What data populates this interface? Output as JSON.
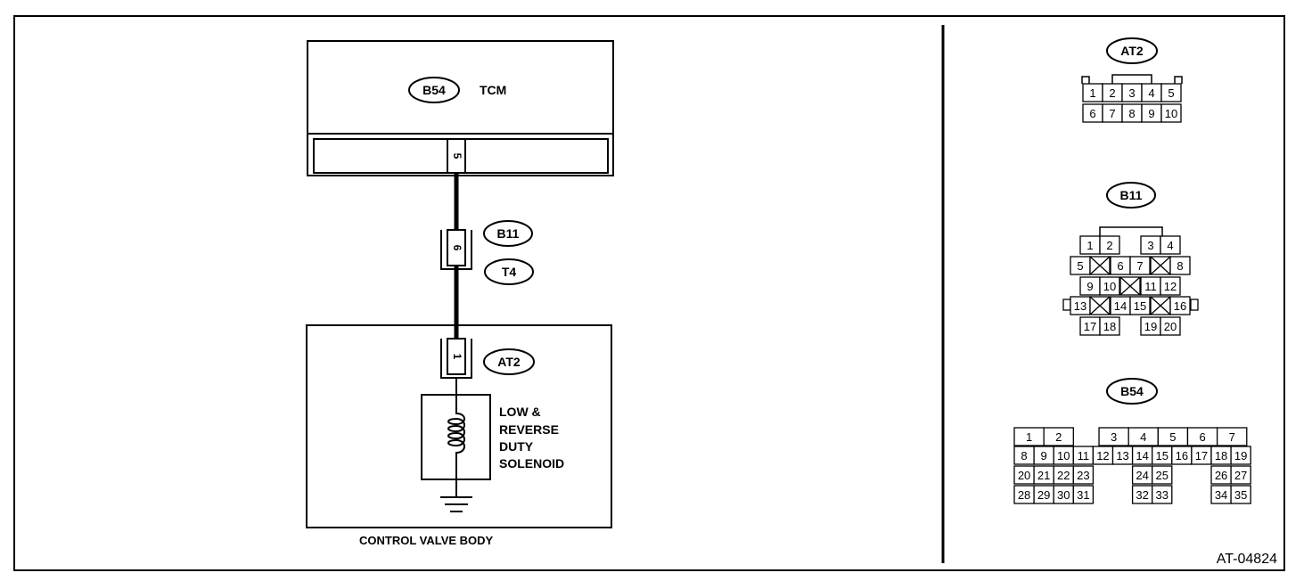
{
  "tcm": {
    "connector": "B54",
    "label": "TCM",
    "pin": "5"
  },
  "harness_connector": {
    "codes": [
      "B11",
      "T4"
    ],
    "pin": "6"
  },
  "solenoid_connector": {
    "code": "AT2",
    "pin": "1"
  },
  "solenoid_label": [
    "LOW &",
    "REVERSE",
    "DUTY",
    "SOLENOID"
  ],
  "control_valve_body": "CONTROL VALVE BODY",
  "connector_views": {
    "at2": {
      "code": "AT2",
      "row1": [
        "1",
        "2",
        "3",
        "4",
        "5"
      ],
      "row2": [
        "6",
        "7",
        "8",
        "9",
        "10"
      ]
    },
    "b11": {
      "code": "B11",
      "rows": [
        [
          "1",
          "2",
          "3",
          "4"
        ],
        [
          "5",
          "6",
          "7",
          "8"
        ],
        [
          "9",
          "10",
          "11",
          "12"
        ],
        [
          "13",
          "14",
          "15",
          "16"
        ],
        [
          "17",
          "18",
          "19",
          "20"
        ]
      ]
    },
    "b54": {
      "code": "B54",
      "row1": [
        "1",
        "2",
        "3",
        "4",
        "5",
        "6",
        "7"
      ],
      "row2": [
        "8",
        "9",
        "10",
        "11",
        "12",
        "13",
        "14",
        "15",
        "16",
        "17",
        "18",
        "19"
      ],
      "row3": [
        "20",
        "21",
        "22",
        "23",
        "24",
        "25",
        "26",
        "27"
      ],
      "row4": [
        "28",
        "29",
        "30",
        "31",
        "32",
        "33",
        "34",
        "35"
      ]
    }
  },
  "figure_id": "AT-04824"
}
